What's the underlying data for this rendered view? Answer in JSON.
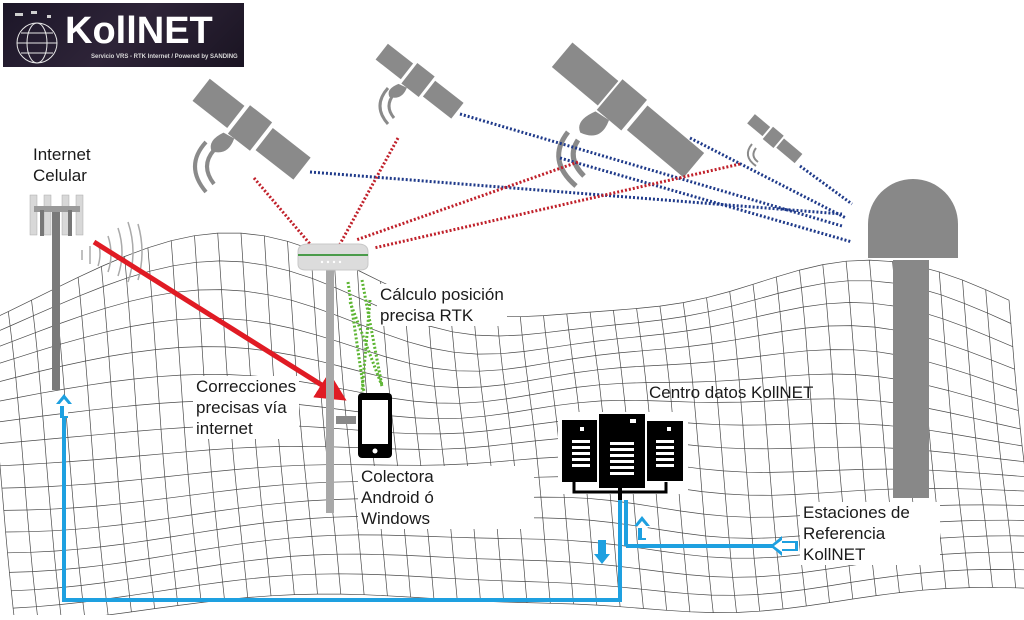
{
  "logo": {
    "brand": "KollNET",
    "tagline": "Servicio VRS - RTK Internet / Powered by SANDING"
  },
  "labels": {
    "internet_celular": "Internet\nCelular",
    "calculo_posicion": "Cálculo posición\nprecisa RTK",
    "correcciones": "Correcciones\nprecisas vía\ninternet",
    "colectora": "Colectora\nAndroid ó\nWindows",
    "centro_datos": "Centro datos KollNET",
    "estaciones": "Estaciones de\nReferencia\nKollNET"
  },
  "icons": {
    "satellites": [
      "satellite-icon",
      "satellite-icon",
      "satellite-icon",
      "satellite-icon"
    ],
    "cell_tower": "cell-tower-icon",
    "gnss_receiver": "gnss-rover-icon",
    "reference_station": "reference-station-icon",
    "phone": "smartphone-icon",
    "servers": "server-rack-icon"
  },
  "colors": {
    "satellite_gray": "#8a8a8a",
    "signal_red": "#c0202a",
    "signal_blue": "#1f3a8a",
    "correction_red": "#e01b24",
    "rtk_green": "#5cb531",
    "network_blue": "#1ea0e0",
    "logo_bg": "#231b2e"
  }
}
